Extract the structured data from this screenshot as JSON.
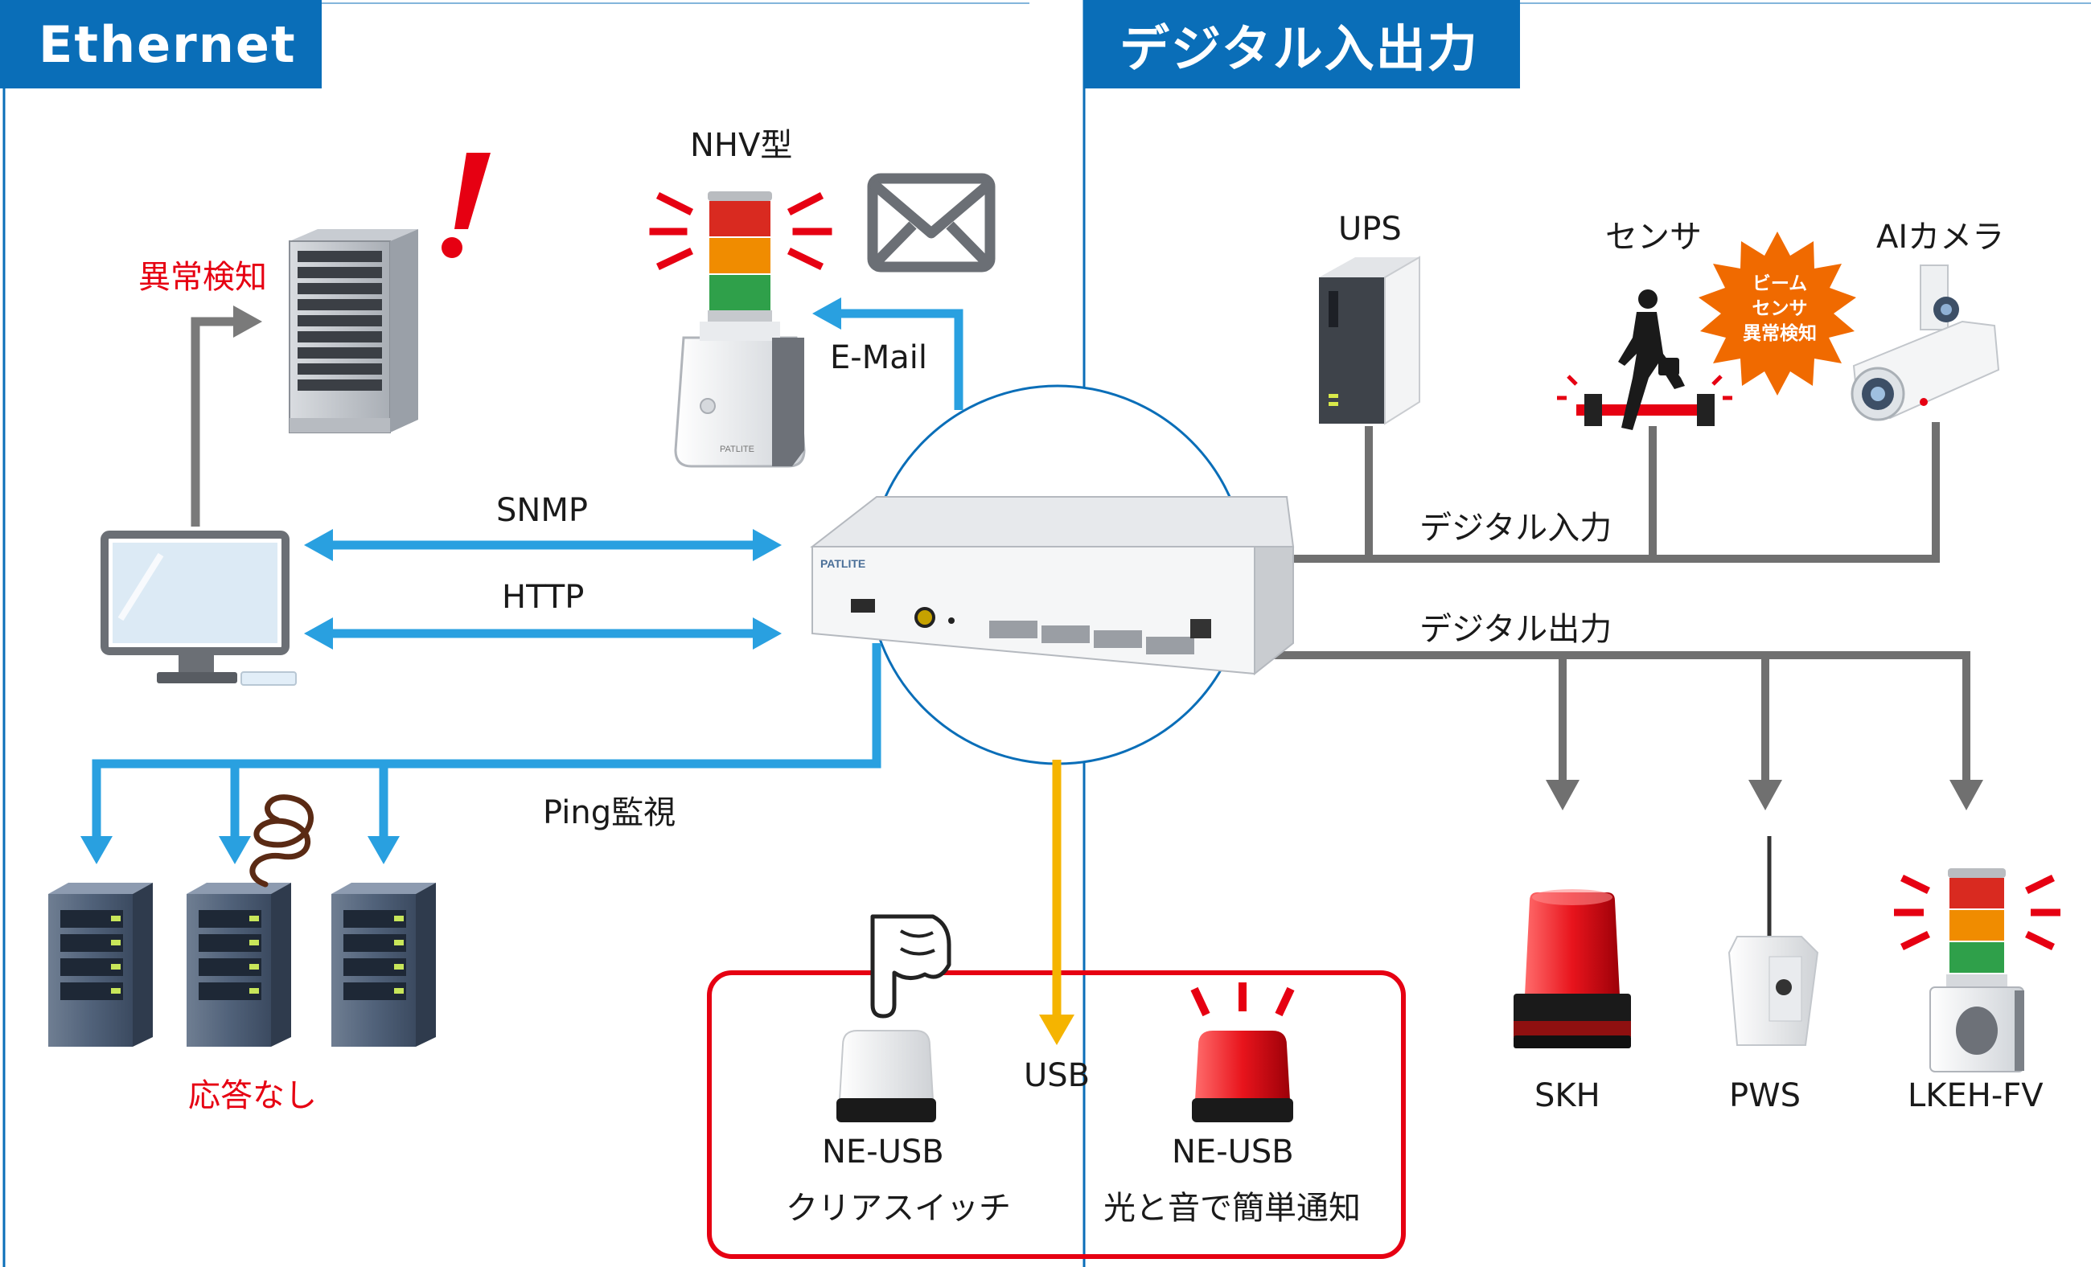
{
  "sections": {
    "ethernet": "Ethernet",
    "digital_io": "デジタル入出力"
  },
  "labels": {
    "nhv": "NHV型",
    "anomaly_detect": "異常検知",
    "email": "E-Mail",
    "snmp": "SNMP",
    "http": "HTTP",
    "ping": "Ping監視",
    "no_response": "応答なし",
    "ups": "UPS",
    "sensor": "センサ",
    "ai_camera": "AIカメラ",
    "digital_in": "デジタル入力",
    "digital_out": "デジタル出力",
    "usb": "USB",
    "ne_usb_1": "NE-USB",
    "clear_switch": "クリアスイッチ",
    "ne_usb_2": "NE-USB",
    "light_sound": "光と音で簡単通知",
    "skh": "SKH",
    "pws": "PWS",
    "lkeh": "LKEH-FV",
    "burst_line1": "ビーム",
    "burst_line2": "センサ",
    "burst_line3": "異常検知",
    "device_brand": "PATLITE",
    "tower_brand": "PATLITE"
  },
  "colors": {
    "tab_blue": "#0a6eb8",
    "ethernet_arrow": "#29a0e0",
    "usb_arrow": "#f5b400",
    "io_line": "#707070",
    "alert_red": "#e60012",
    "burst_orange": "#f06a00"
  },
  "icons": [
    "server-rack-icon",
    "exclamation-icon",
    "mail-icon",
    "monitor-icon",
    "server-icon",
    "signal-tower-icon",
    "ups-icon",
    "walking-person-icon",
    "camera-icon",
    "revolving-light-icon",
    "wireless-transmitter-icon",
    "pointing-hand-icon",
    "usb-light-icon"
  ]
}
